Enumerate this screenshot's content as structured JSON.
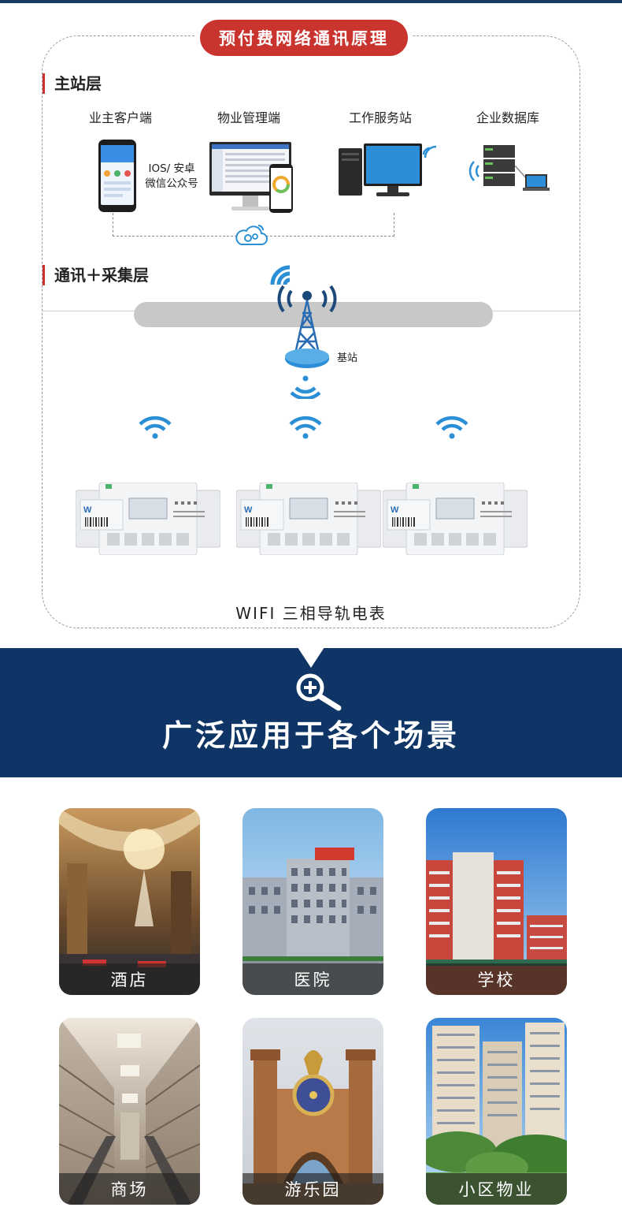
{
  "diagram": {
    "title": "预付费网络通讯原理",
    "layer_master": "主站层",
    "layer_comm": "通讯＋采集层",
    "columns": [
      {
        "label": "业主客户端"
      },
      {
        "label": "物业管理端"
      },
      {
        "label": "工作服务站"
      },
      {
        "label": "企业数据库"
      }
    ],
    "app_line1": "IOS/ 安卓",
    "app_line2": "微信公众号",
    "base_station": "基站",
    "meter_caption": "WIFI 三相导轨电表",
    "colors": {
      "accent_red": "#c9342f",
      "wifi_blue": "#2b8fd6"
    }
  },
  "banner": {
    "title": "广泛应用于各个场景",
    "icon": "magnifier-plus-icon",
    "color": "#0e3565"
  },
  "scenarios": [
    {
      "label": "酒店"
    },
    {
      "label": "医院"
    },
    {
      "label": "学校"
    },
    {
      "label": "商场"
    },
    {
      "label": "游乐园"
    },
    {
      "label": "小区物业"
    }
  ]
}
